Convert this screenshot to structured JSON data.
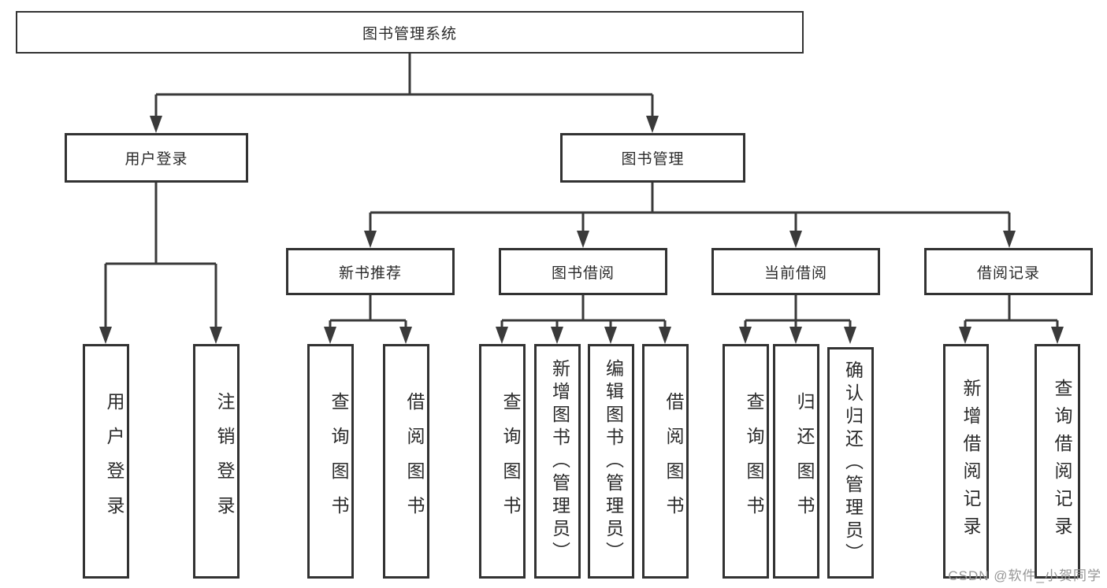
{
  "diagram": {
    "root": {
      "label": "图书管理系统"
    },
    "level2": [
      {
        "label": "用户登录"
      },
      {
        "label": "图书管理"
      }
    ],
    "level3": [
      {
        "label": "新书推荐"
      },
      {
        "label": "图书借阅"
      },
      {
        "label": "当前借阅"
      },
      {
        "label": "借阅记录"
      }
    ],
    "leaves": [
      {
        "label": "用户登录"
      },
      {
        "label": "注销登录"
      },
      {
        "label": "查询图书"
      },
      {
        "label": "借阅图书"
      },
      {
        "label": "查询图书"
      },
      {
        "label": "新增图书（管理员）"
      },
      {
        "label": "编辑图书（管理员）"
      },
      {
        "label": "借阅图书"
      },
      {
        "label": "查询图书"
      },
      {
        "label": "归还图书"
      },
      {
        "label": "确认归还（管理员）"
      },
      {
        "label": "新增借阅记录"
      },
      {
        "label": "查询借阅记录"
      }
    ]
  },
  "watermark": {
    "text": "CSDN @软件_小贺同学"
  },
  "theme": {
    "border_color": "#323232",
    "line_color": "#3a3a3a",
    "text_color": "#2a2a2a",
    "background": "#ffffff",
    "watermark_color": "#969696"
  }
}
